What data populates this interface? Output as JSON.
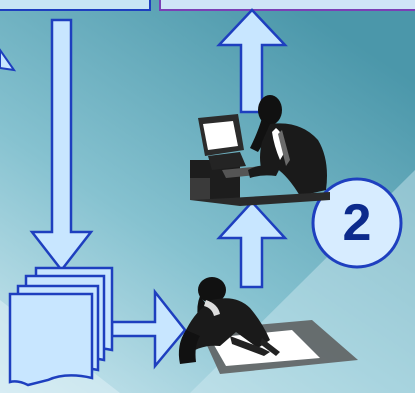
{
  "diagram": {
    "step_number": "2"
  },
  "colors": {
    "background_light": "#c9e6ef",
    "background_dark": "#4c9aac",
    "arrow_fill": "#c8e6ff",
    "arrow_stroke": "#1e3fbf",
    "step_badge_text": "#0c2a8c",
    "top_box_fill": "#c8e6f5",
    "top_box_edge": "#7b3fb5"
  },
  "figures": [
    "office-worker-at-computer",
    "person-writing-at-desk"
  ],
  "shapes": [
    "document-stack"
  ]
}
